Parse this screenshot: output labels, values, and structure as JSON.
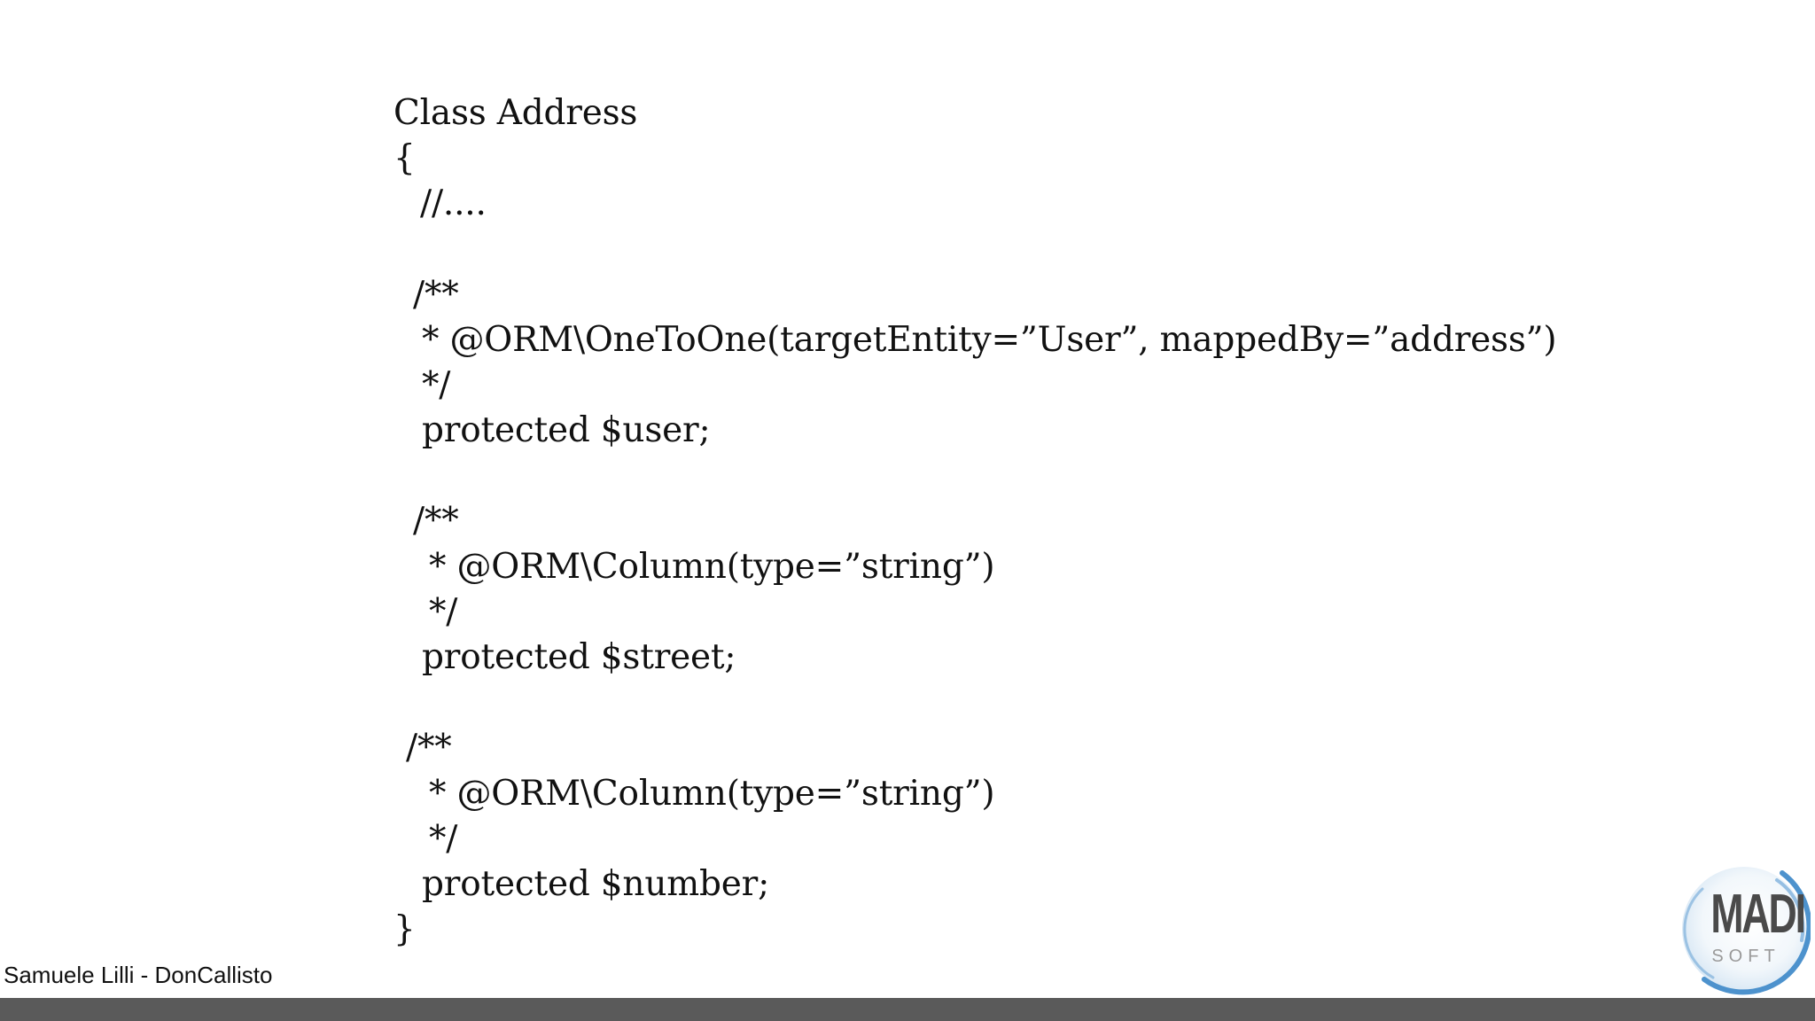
{
  "code": {
    "lines": [
      "Class Address",
      "{",
      "//....",
      "/**",
      "* @ORM\\OneToOne(targetEntity=”User”, mappedBy=”address”)",
      "*/",
      "protected $user;",
      "/**",
      "* @ORM\\Column(type=”string”)",
      "*/",
      "protected $street;",
      "/**",
      "* @ORM\\Column(type=”string”)",
      "*/",
      "protected $number;",
      "}"
    ]
  },
  "footer": {
    "author": "Samuele Lilli - DonCallisto"
  },
  "logo": {
    "main": "MADI",
    "sub": "SOFT",
    "accent_color": "#3a86c8"
  },
  "colors": {
    "text": "#111111",
    "bottom_bar": "#5a5a5a"
  }
}
